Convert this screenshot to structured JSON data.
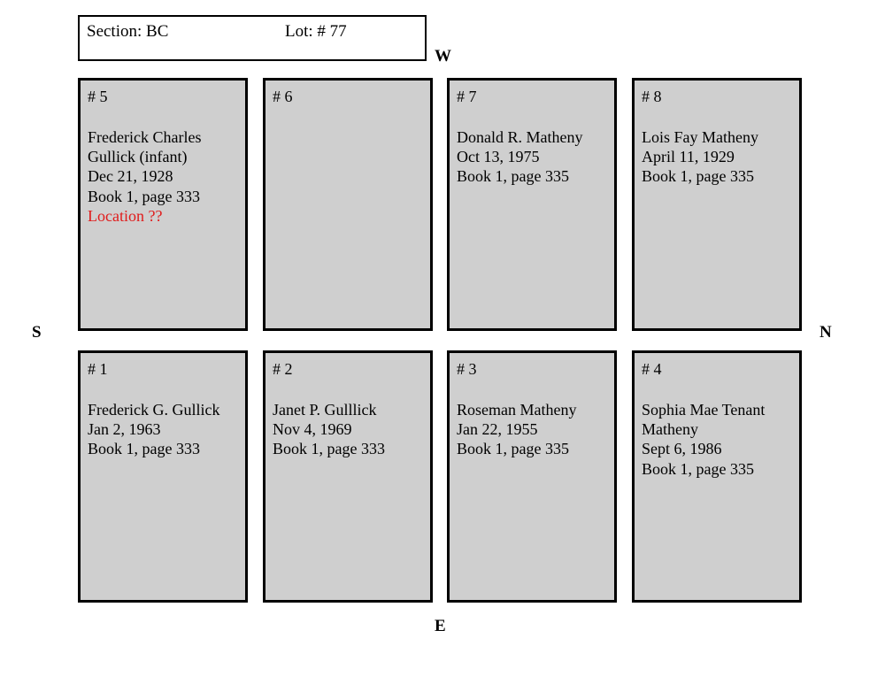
{
  "header": {
    "section_label": "Section:  BC",
    "lot_label": "Lot: # 77"
  },
  "compass": {
    "west": "W",
    "south": "S",
    "north": "N",
    "east": "E"
  },
  "colors": {
    "plot_fill": "#cfcfcf",
    "plot_border": "#000000",
    "note_red": "#e01b1b",
    "page_background": "#ffffff"
  },
  "plots": {
    "top_row": [
      {
        "number": "# 5",
        "lines": [
          {
            "text": "Frederick Charles",
            "style": "normal"
          },
          {
            "text": "Gullick (infant)",
            "style": "normal"
          },
          {
            "text": "Dec 21, 1928",
            "style": "normal"
          },
          {
            "text": "Book 1, page 333",
            "style": "normal"
          },
          {
            "text": "Location ??",
            "style": "note"
          }
        ]
      },
      {
        "number": "# 6",
        "lines": []
      },
      {
        "number": "# 7",
        "lines": [
          {
            "text": "Donald R. Matheny",
            "style": "normal"
          },
          {
            "text": "Oct 13, 1975",
            "style": "normal"
          },
          {
            "text": "Book 1, page 335",
            "style": "normal"
          }
        ]
      },
      {
        "number": "# 8",
        "lines": [
          {
            "text": "Lois Fay Matheny",
            "style": "normal"
          },
          {
            "text": "April 11, 1929",
            "style": "normal"
          },
          {
            "text": "Book 1, page 335",
            "style": "normal"
          }
        ]
      }
    ],
    "bottom_row": [
      {
        "number": "# 1",
        "lines": [
          {
            "text": "Frederick G. Gullick",
            "style": "normal"
          },
          {
            "text": "Jan 2, 1963",
            "style": "normal"
          },
          {
            "text": "Book 1, page 333",
            "style": "normal"
          }
        ]
      },
      {
        "number": "# 2",
        "lines": [
          {
            "text": "Janet P. Gulllick",
            "style": "normal"
          },
          {
            "text": "Nov 4, 1969",
            "style": "normal"
          },
          {
            "text": "Book 1, page 333",
            "style": "normal"
          }
        ]
      },
      {
        "number": "# 3",
        "lines": [
          {
            "text": "Roseman Matheny",
            "style": "normal"
          },
          {
            "text": "Jan 22, 1955",
            "style": "normal"
          },
          {
            "text": "Book 1, page 335",
            "style": "normal"
          }
        ]
      },
      {
        "number": "# 4",
        "lines": [
          {
            "text": "Sophia Mae Tenant",
            "style": "normal"
          },
          {
            "text": "Matheny",
            "style": "normal"
          },
          {
            "text": "Sept 6, 1986",
            "style": "normal"
          },
          {
            "text": "Book 1, page 335",
            "style": "normal"
          }
        ]
      }
    ]
  }
}
